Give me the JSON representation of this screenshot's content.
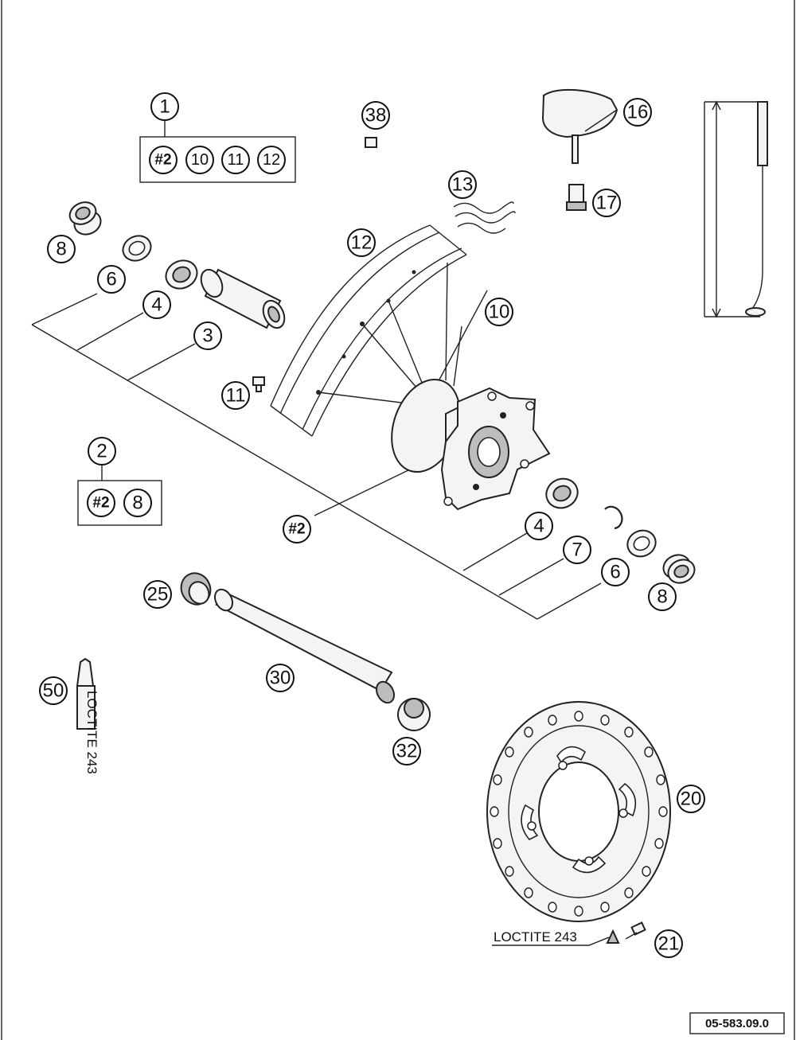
{
  "callouts": {
    "c1": "1",
    "c1_a": "#2",
    "c1_b": "10",
    "c1_c": "11",
    "c1_d": "12",
    "c2": "2",
    "c2_a": "#2",
    "c2_b": "8",
    "c38": "38",
    "c16": "16",
    "c17": "17",
    "c13": "13",
    "c12": "12",
    "c10": "10",
    "c11": "11",
    "c8_left": "8",
    "c6_left": "6",
    "c4_left": "4",
    "c3": "3",
    "c_hub": "#2",
    "c4_right": "4",
    "c7": "7",
    "c6_right": "6",
    "c8_right": "8",
    "c25": "25",
    "c30": "30",
    "c32": "32",
    "c50": "50",
    "c20": "20",
    "c21": "21"
  },
  "labels": {
    "loctite_note": "LOCTITE 243",
    "tube_text": "LOCTITE 243"
  },
  "drawing_number": "05-583.09.0",
  "colors": {
    "line": "#222222",
    "paper": "#ffffff"
  }
}
